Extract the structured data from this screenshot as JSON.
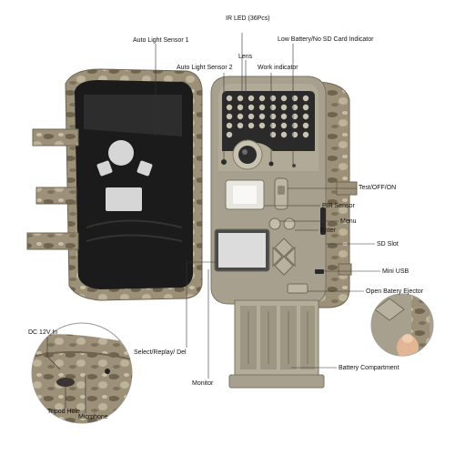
{
  "labels": {
    "ir_led": "IR LED (36Pcs)",
    "auto_light_sensor_1": "Auto Light Sensor 1",
    "low_battery": "Low Battery/No SD Card Indicator",
    "lens": "Lens",
    "auto_light_sensor_2": "Auto Light Sensor 2",
    "work_indicator": "Work indicator",
    "test_off_on": "Test/OFF/ON",
    "pir_sensor": "PIR Sensor",
    "menu": "Menu",
    "enter": "Enter",
    "sd_slot": "SD Slot",
    "mini_usb": "Mini USB",
    "open_battery_ejector": "Open Batery Ejector",
    "dc_in": "DC 12V In",
    "select_replay_del": "Select/Replay/ Del",
    "monitor": "Monitor",
    "battery_compartment": "Battery Compartment",
    "tripod_hole": "Tripod Hole",
    "microphone": "Micrphone"
  },
  "colors": {
    "camo_dark": "#6e6450",
    "camo_mid": "#9c9178",
    "camo_light": "#bdb39a",
    "housing": "#a7a08e",
    "housing_light": "#c4bdaa",
    "interior": "#1b1b1b",
    "leader": "#333333"
  }
}
